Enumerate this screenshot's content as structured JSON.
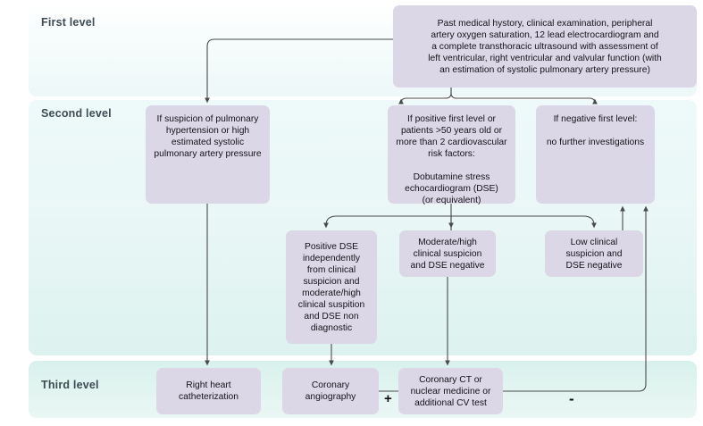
{
  "bands": {
    "first_label": "First level",
    "second_label": "Second level",
    "third_label": "Third level"
  },
  "nodes": {
    "first_level_assessment": "Past medical hystory, clinical examination, peripheral\nartery oxygen saturation, 12 lead electrocardiogram and\na complete transthoracic ultrasound with assessment of\nleft ventricular, right ventricular and valvular function (with\nan estimation of systolic pulmonary artery pressure)",
    "pulmonary_hypertension": "If suspicion of pulmonary\nhypertension or high\nestimated systolic\npulmonary artery pressure",
    "dse_indication": "If positive first level or\npatients >50 years old or\nmore than 2 cardiovascular\nrisk factors:\n\nDobutamine stress\nechocardiogram (DSE)\n(or equivalent)",
    "negative_first_level": "If negative first level:\n\nno further investigations",
    "positive_dse": "Positive DSE\nindependently\nfrom clinical\nsuspicion and\nmoderate/high\nclinical suspition\nand  DSE non\ndiagnostic",
    "moderate_high_dse_negative": "Moderate/high\nclinical suspicion\nand DSE negative",
    "low_clinical_dse_negative": "Low clinical\nsuspicion and\nDSE negative",
    "right_heart_catheterization": "Right heart\ncatheterization",
    "coronary_angiography": "Coronary\nangiography",
    "coronary_ct": "Coronary CT or\nnuclear medicine or\nadditional CV test"
  },
  "edge_labels": {
    "positive": "+",
    "negative": "-"
  },
  "colors": {
    "node_fill": "#dcd7e6",
    "band_first": "#f4fbfb",
    "band_second": "#e9f7f6",
    "band_third": "#ddf3ee",
    "label_text": "#3d4b57",
    "connector": "#4a4a4a"
  }
}
